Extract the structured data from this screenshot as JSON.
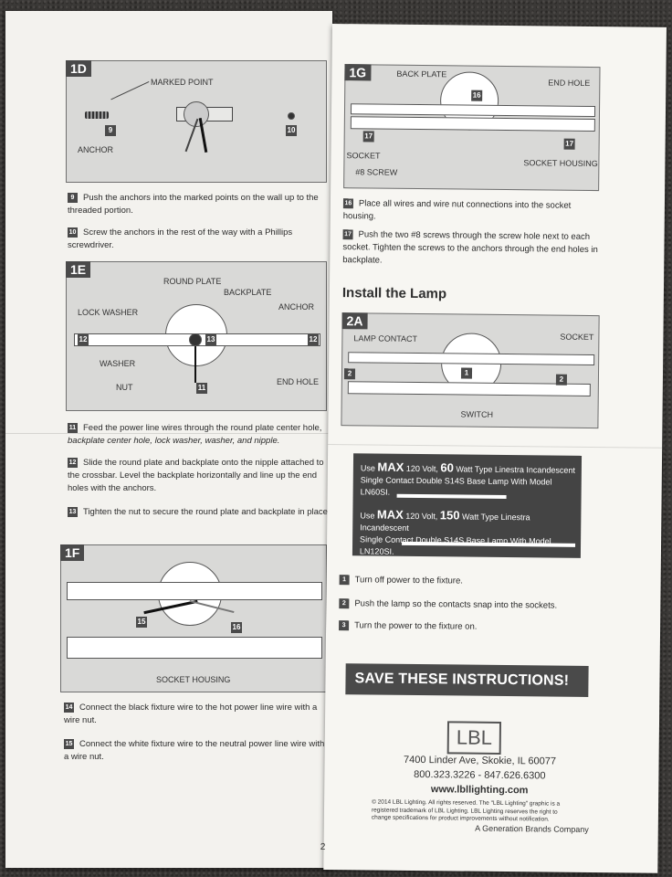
{
  "left": {
    "fig1d": {
      "badge": "1D",
      "marked_point": "MARKED POINT",
      "anchor": "ANCHOR",
      "n9": "9",
      "n10": "10"
    },
    "steps_1d": [
      {
        "n": "9",
        "text": "Push the anchors into the marked points on the wall up to the threaded portion."
      },
      {
        "n": "10",
        "text": "Screw the anchors in the rest of the way with a Phillips screwdriver."
      }
    ],
    "fig1e": {
      "badge": "1E",
      "round_plate": "ROUND PLATE",
      "backplate": "BACKPLATE",
      "lock_washer": "LOCK WASHER",
      "anchor": "ANCHOR",
      "washer": "WASHER",
      "nut": "NUT",
      "end_hole": "END HOLE",
      "n11": "11",
      "n12a": "12",
      "n12b": "12",
      "n13": "13"
    },
    "step11": {
      "n": "11",
      "text": "Feed the power line wires through the round plate center hole,",
      "italic": "backplate center hole, lock washer, washer, and nipple."
    },
    "step12": {
      "n": "12",
      "text": "Slide the round plate and backplate onto the nipple attached to the crossbar. Level the backplate horizontally and line up the end holes with the anchors."
    },
    "step13": {
      "n": "13",
      "text": "Tighten the nut to secure the round plate and backplate in place."
    },
    "fig1f": {
      "badge": "1F",
      "socket_housing": "SOCKET HOUSING",
      "n15": "15",
      "n16": "16"
    },
    "step14": {
      "n": "14",
      "text": "Connect the black fixture wire to the hot power line wire with a wire nut."
    },
    "step15": {
      "n": "15",
      "text": "Connect the white fixture wire to the neutral power line wire with a wire nut."
    }
  },
  "right": {
    "fig1g": {
      "badge": "1G",
      "back_plate": "BACK PLATE",
      "end_hole": "END HOLE",
      "socket": "SOCKET",
      "screw": "#8 SCREW",
      "socket_housing": "SOCKET HOUSING",
      "n16": "16",
      "n17a": "17",
      "n17b": "17"
    },
    "step16": {
      "n": "16",
      "text": "Place all wires and wire nut connections into the socket housing."
    },
    "step17": {
      "n": "17",
      "text": "Push the two #8 screws through the screw hole next to each socket. Tighten the screws to the anchors through the end holes in backplate."
    },
    "install_title": "Install the Lamp",
    "fig2a": {
      "badge": "2A",
      "lamp_contact": "LAMP CONTACT",
      "socket": "SOCKET",
      "switch": "SWITCH",
      "n1": "1",
      "n2a": "2",
      "n2b": "2"
    },
    "spec1": {
      "use": "Use",
      "max": "MAX",
      "rest": "120 Volt,",
      "watt": "60",
      "line1b": "Watt Type Linestra Incandescent",
      "line2": "Single Contact Double S14S Base Lamp With Model",
      "line3": "LN60SI."
    },
    "spec2": {
      "use": "Use",
      "max": "MAX",
      "rest": "120 Volt,",
      "watt": "150",
      "line1b": "Watt Type Linestra Incandescent",
      "line2": "Single Contact Double S14S Base Lamp With Model",
      "line3": "LN120SI."
    },
    "steps_lamp": [
      {
        "n": "1",
        "text": "Turn off power to the fixture."
      },
      {
        "n": "2",
        "text": "Push the lamp so the contacts snap into the sockets."
      },
      {
        "n": "3",
        "text": "Turn the power to the fixture on."
      }
    ],
    "save": "SAVE THESE INSTRUCTIONS!",
    "logo": "LBL",
    "address": "7400 Linder Ave, Skokie, IL 60077",
    "phones": "800.323.3226  -  847.626.6300",
    "website": "www.lbllighting.com",
    "legal1": "© 2014 LBL Lighting. All rights reserved. The \"LBL Lighting\" graphic is a",
    "legal2": "registered trademark of LBL Lighting. LBL Lighting reserves the right to",
    "legal3": "change specifications for product improvements without notification.",
    "company": "A Generation Brands Company",
    "page_number": "2"
  },
  "colors": {
    "panel": "#d9d9d7",
    "dark": "#4a4a4a",
    "paper": "#f6f5f0"
  }
}
